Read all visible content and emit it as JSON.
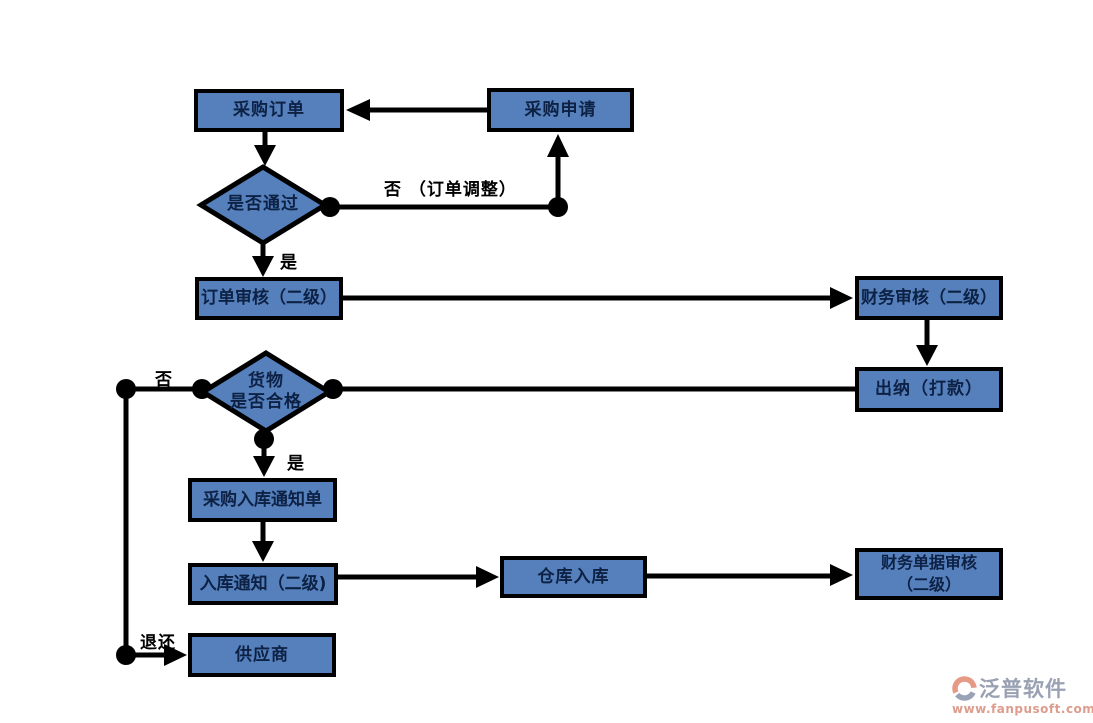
{
  "palette": {
    "node_fill": "#5580BC",
    "node_border": "#000000",
    "node_text": "#0d2145",
    "connector": "#000000",
    "background": "#ffffff",
    "watermark_brand_color": "#99a1b2",
    "watermark_url_color": "#dd9c8c",
    "watermark_icon_salmon": "#e59a85",
    "watermark_icon_gray": "#9aa3b6"
  },
  "nodes": {
    "purchase_order": {
      "label": "采购订单"
    },
    "purchase_request": {
      "label": "采购申请"
    },
    "pass_decision": {
      "label": "是否通过"
    },
    "order_review": {
      "label": "订单审核（二级）"
    },
    "finance_review": {
      "label": "财务审核（二级）"
    },
    "cashier": {
      "label": "出纳（打款）"
    },
    "goods_decision": {
      "label": "货物\n是否合格"
    },
    "purchase_inbound_notice": {
      "label": "采购入库通知单"
    },
    "inbound_notice": {
      "label": "入库通知（二级)"
    },
    "warehouse_inbound": {
      "label": "仓库入库"
    },
    "finance_doc_review": {
      "label": "财务单据审核\n（二级）"
    },
    "supplier": {
      "label": "供应商"
    }
  },
  "edge_labels": {
    "no_order_adjust": "否 （订单调整）",
    "yes_pass": "是",
    "no_qualified": "否",
    "yes_qualified": "是",
    "return_goods": "退还"
  },
  "watermark": {
    "brand": "泛普软件",
    "url": "www.fanpusoft.com"
  }
}
